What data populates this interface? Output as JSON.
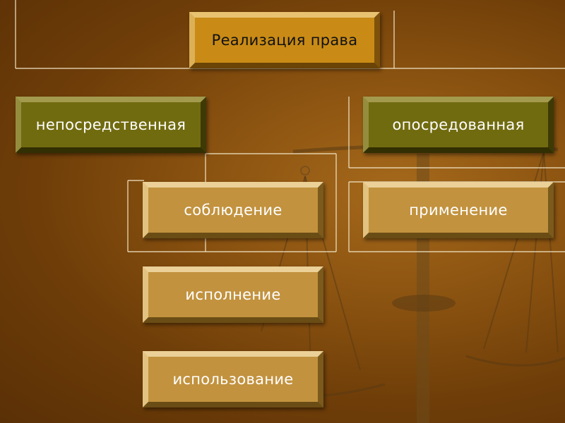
{
  "diagram": {
    "root": {
      "label": "Реализация права"
    },
    "branches": [
      {
        "label": "непосредственная",
        "children": [
          {
            "label": "соблюдение"
          },
          {
            "label": "исполнение"
          },
          {
            "label": "использование"
          }
        ]
      },
      {
        "label": "опосредованная",
        "children": [
          {
            "label": "применение"
          }
        ]
      }
    ]
  },
  "colors": {
    "background": "#7a4510",
    "root_fill": "#c98b16",
    "branch_fill": "#716b10",
    "leaf_fill": "#c2923e",
    "connector": "#f2e6c8"
  },
  "decoration": {
    "background_icon": "scales-of-justice-icon"
  }
}
